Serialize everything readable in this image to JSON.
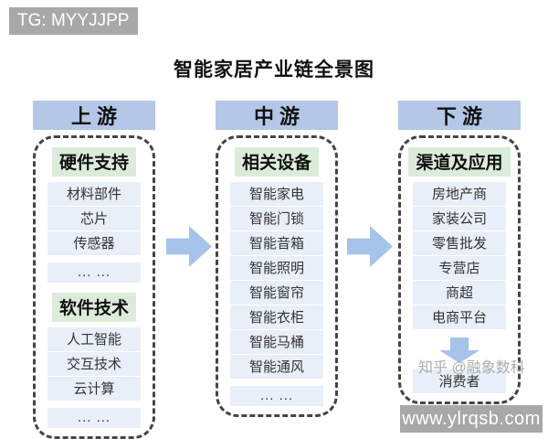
{
  "title": "智能家居产业链全景图",
  "badges": {
    "top_left": "TG: MYYJJPP",
    "bottom_right": "www.ylrqsb.com"
  },
  "watermark": "知乎 @融象数科",
  "colors": {
    "header_blue": "#b4c7e7",
    "label_green": "#dcecdb",
    "item_blue": "#e9eff8",
    "arrow_blue": "#a6c3ea",
    "badge_gray": "#a8a8a8",
    "border_dark": "#454545"
  },
  "icons": {
    "between_columns": "arrow-right-icon",
    "downstream_flow": "arrow-down-icon"
  },
  "columns": [
    {
      "header": "上 游",
      "sections": [
        {
          "label": "硬件支持",
          "items": [
            "材料部件",
            "芯片",
            "传感器",
            "... ..."
          ]
        },
        {
          "label": "软件技术",
          "items": [
            "人工智能",
            "交互技术",
            "云计算",
            "... ..."
          ]
        }
      ]
    },
    {
      "header": "中 游",
      "sections": [
        {
          "label": "相关设备",
          "items": [
            "智能家电",
            "智能门锁",
            "智能音箱",
            "智能照明",
            "智能窗帘",
            "智能衣柜",
            "智能马桶",
            "智能通风",
            "... ..."
          ]
        }
      ]
    },
    {
      "header": "下 游",
      "sections": [
        {
          "label": "渠道及应用",
          "items": [
            "房地产商",
            "家装公司",
            "零售批发",
            "专营店",
            "商超",
            "电商平台"
          ]
        }
      ],
      "footer": {
        "icon": "arrow-down-icon",
        "item": "消费者"
      }
    }
  ]
}
